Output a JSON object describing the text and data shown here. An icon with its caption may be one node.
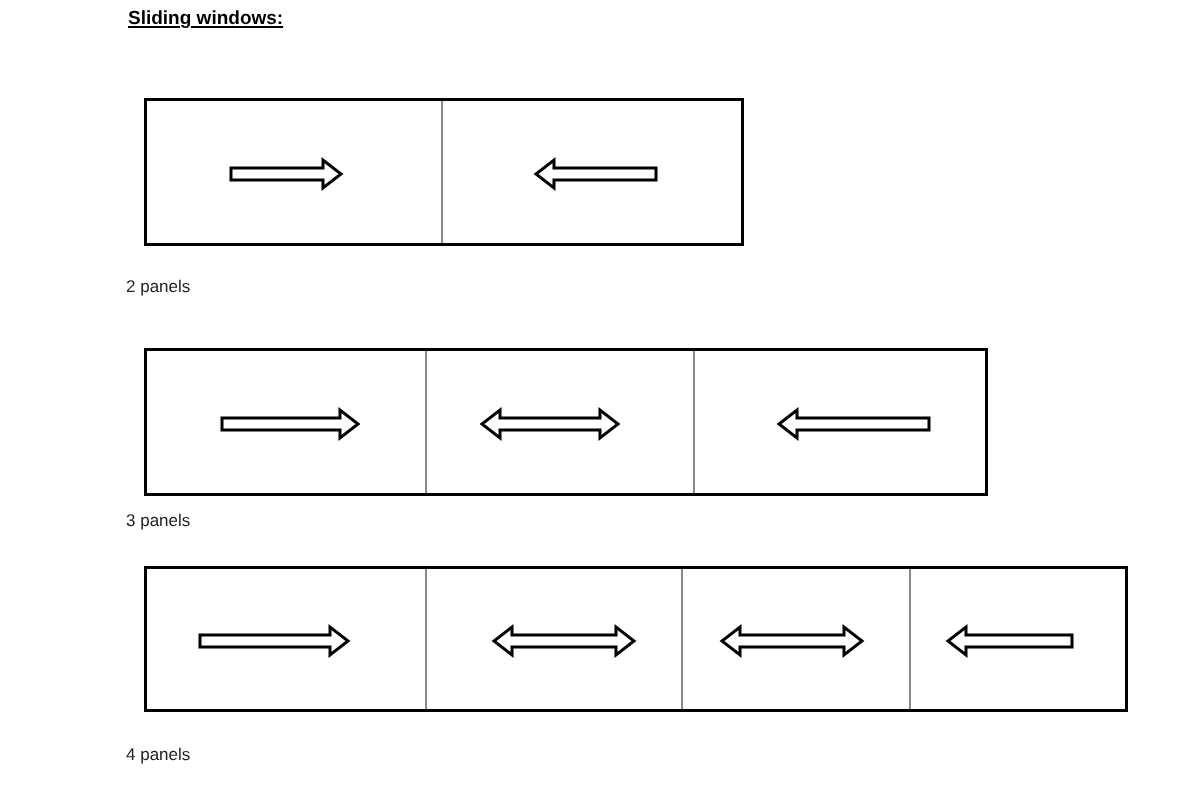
{
  "diagram": {
    "title": "Sliding windows:",
    "labels": [
      "2 panels",
      "3 panels",
      "4 panels"
    ]
  }
}
